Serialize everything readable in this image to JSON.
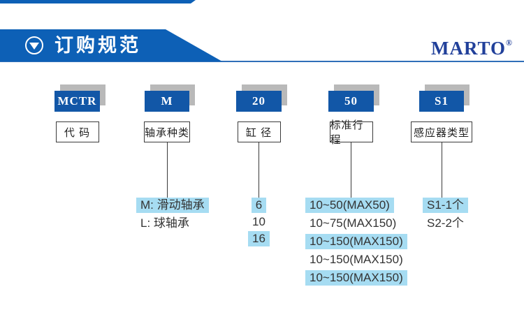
{
  "header": {
    "title": "订购规范",
    "brand": "MARTO",
    "brand_mark": "®",
    "icon": "circle-down-triangle-icon"
  },
  "colors": {
    "banner_blue": "#0d60b6",
    "box_blue": "#1257a7",
    "highlight_blue": "#a6dcf2",
    "shadow_gray": "#b9b9b9",
    "logo_blue": "#21409a",
    "rule_blue": "#2f6fb8"
  },
  "diagram": {
    "columns": [
      {
        "code": "MCTR",
        "label": "代 码",
        "options": []
      },
      {
        "code": "M",
        "label": "轴承种类",
        "options": [
          {
            "text": "M: 滑动轴承",
            "highlight": true
          },
          {
            "text": "L: 球轴承",
            "highlight": false
          }
        ]
      },
      {
        "code": "20",
        "label": "缸 径",
        "options": [
          {
            "text": "6",
            "highlight": true
          },
          {
            "text": "10",
            "highlight": false
          },
          {
            "text": "16",
            "highlight": true
          }
        ]
      },
      {
        "code": "50",
        "label": "标准行程",
        "options": [
          {
            "text": "10~50(MAX50)",
            "highlight": true
          },
          {
            "text": "10~75(MAX150)",
            "highlight": false
          },
          {
            "text": "10~150(MAX150)",
            "highlight": true
          },
          {
            "text": "10~150(MAX150)",
            "highlight": false
          },
          {
            "text": "10~150(MAX150)",
            "highlight": true
          }
        ]
      },
      {
        "code": "S1",
        "label": "感应器类型",
        "options": [
          {
            "text": "S1-1个",
            "highlight": true
          },
          {
            "text": "S2-2个",
            "highlight": false
          }
        ]
      }
    ]
  }
}
